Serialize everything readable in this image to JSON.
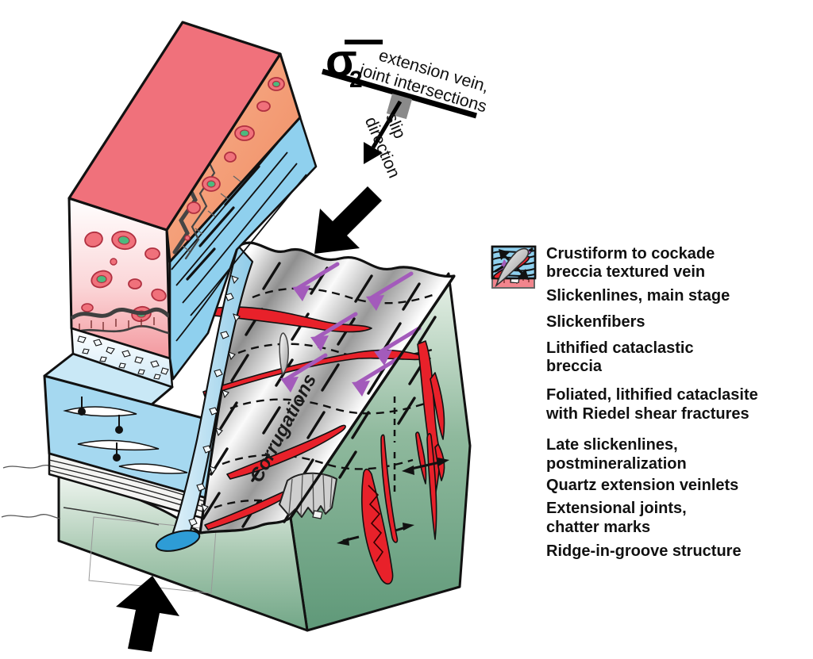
{
  "figure": {
    "sigma": "σ",
    "sigma_subscript": "2",
    "stress_note_line1": "extension vein,",
    "stress_note_line2": "joint intersections",
    "slip_label_line1": "slip",
    "slip_label_line2": "direction",
    "surface_label": "Corrugations"
  },
  "legend": {
    "items": [
      {
        "icon": "crustiform-vein-icon",
        "label": "Crustiform to cockade\nbreccia textured vein"
      },
      {
        "icon": "slickenlines-icon",
        "label": "Slickenlines, main stage"
      },
      {
        "icon": "slickenfibers-icon",
        "label": "Slickenfibers"
      },
      {
        "icon": "cataclastic-breccia-icon",
        "label": "Lithified cataclastic\nbreccia"
      },
      {
        "icon": "foliated-cataclasite-icon",
        "label": "Foliated, lithified cataclasite\nwith Riedel shear fractures"
      },
      {
        "icon": "late-slickenlines-icon",
        "label": "Late slickenlines,\npostmineralization"
      },
      {
        "icon": "quartz-veinlets-icon",
        "label": "Quartz extension veinlets"
      },
      {
        "icon": "extensional-joints-icon",
        "label": "Extensional joints,\nchatter marks"
      },
      {
        "icon": "ridge-in-groove-icon",
        "label": "Ridge-in-groove structure"
      }
    ]
  },
  "colors": {
    "hanging_wall_top": "#F0717B",
    "hanging_wall_side": "#F49C78",
    "cataclasite_blue": "#8FD0EE",
    "breccia_blue": "#A5D8F0",
    "fault_gray": "#9A9A9A",
    "footwall_green": "#6FA585",
    "vein_red": "#E8212A",
    "late_slickenline_purple": "#A35BBB",
    "mineral_green": "#4CB97E",
    "arrow_black": "#111111"
  }
}
